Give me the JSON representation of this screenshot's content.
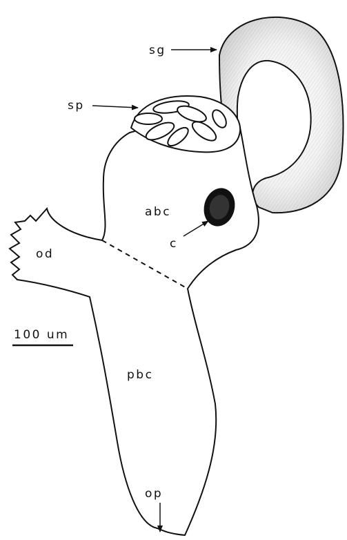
{
  "labels": {
    "sg": "sg",
    "sp": "sp",
    "abc": "abc",
    "od": "od",
    "c": "c",
    "pbc": "pbc",
    "op": "op"
  },
  "scale_bar": {
    "label": "100 um"
  },
  "colors": {
    "ink": "#111111",
    "background": "#ffffff"
  }
}
